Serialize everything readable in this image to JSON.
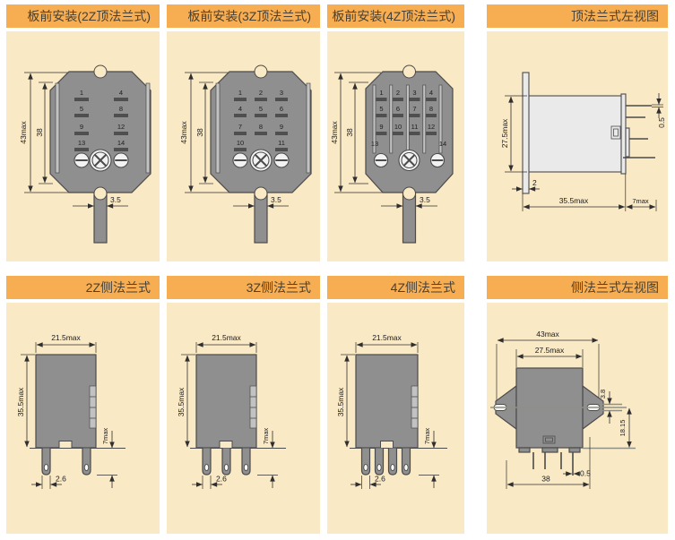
{
  "colors": {
    "header_bg": "#F7AE53",
    "header_text": "#4A4031",
    "panel_bg": "#FAE9C5",
    "body_gray": "#8F8F8F",
    "body_light": "#EAEAEA",
    "outline": "#4B4B4B",
    "slot": "#C2C2C2",
    "contact": "#4F4F4F",
    "screw": "#F2F2F2",
    "dim": "#2F2F2F",
    "ext2": "#8F8F85"
  },
  "panels": {
    "p1": {
      "title": "板前安装(2Z顶法兰式)",
      "dims": {
        "overall": "43max",
        "inner": "38",
        "tab": "3.5"
      },
      "pins": [
        "1",
        "4",
        "5",
        "8",
        "9",
        "12",
        "13",
        "14"
      ]
    },
    "p2": {
      "title": "板前安装(3Z顶法兰式)",
      "dims": {
        "overall": "43max",
        "inner": "38",
        "tab": "3.5"
      },
      "pins": [
        "1",
        "2",
        "3",
        "4",
        "5",
        "6",
        "7",
        "8",
        "9",
        "10",
        "11"
      ]
    },
    "p3": {
      "title": "板前安装(4Z顶法兰式)",
      "dims": {
        "overall": "43max",
        "inner": "38",
        "tab": "3.5"
      },
      "pins": [
        "1",
        "2",
        "3",
        "4",
        "5",
        "6",
        "7",
        "8",
        "9",
        "10",
        "11",
        "12",
        "13",
        "14"
      ]
    },
    "p4": {
      "title": "顶法兰式左视图",
      "dims": {
        "height": "27.5max",
        "flange": "2",
        "depth": "35.5max",
        "pin_len": "7max",
        "pin_thk": "0.5"
      }
    },
    "p5": {
      "title": "2Z侧法兰式",
      "dims": {
        "width": "21.5max",
        "height": "35.5max",
        "pin_len": "7max",
        "pin_pitch": "2.6"
      }
    },
    "p6": {
      "title": "3Z侧法兰式",
      "dims": {
        "width": "21.5max",
        "height": "35.5max",
        "pin_len": "7max",
        "pin_pitch": "2.6"
      }
    },
    "p7": {
      "title": "4Z侧法兰式",
      "dims": {
        "width": "21.5max",
        "height": "35.5max",
        "pin_len": "7max",
        "pin_pitch": "2.6"
      }
    },
    "p8": {
      "title": "侧法兰式左视图",
      "dims": {
        "overall": "43max",
        "body": "27.5max",
        "slot": "3.8",
        "below": "18.15",
        "pin_thk": "0.5",
        "span": "38"
      }
    }
  }
}
